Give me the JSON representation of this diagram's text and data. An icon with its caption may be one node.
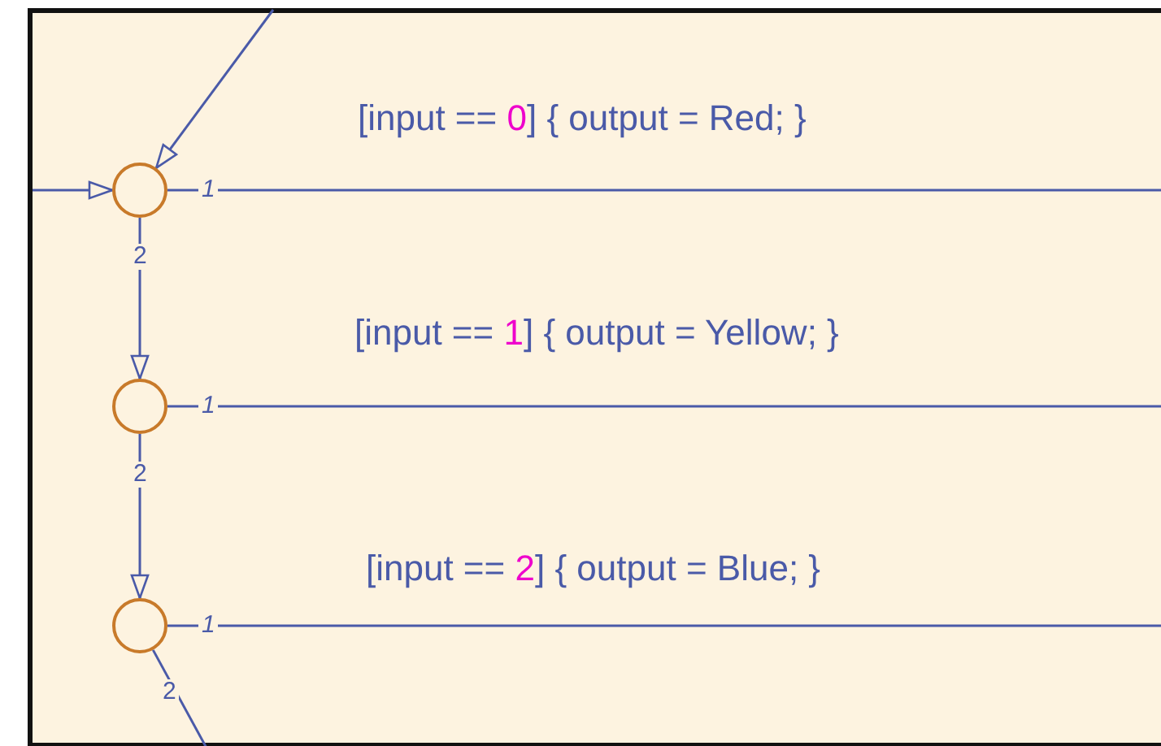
{
  "diagram": {
    "nodes": [
      {
        "text": [],
        "shape": "circle"
      },
      {
        "text": [],
        "shape": "circle"
      },
      {
        "text": [],
        "shape": "circle"
      }
    ],
    "edges": [
      {
        "from": null,
        "to": 0,
        "arrow": "to"
      },
      {
        "from": null,
        "to": 0,
        "arrow": "to"
      },
      {
        "from": 0,
        "to": null,
        "arrow": "none",
        "label": "[input == 0] { output = Red; }"
      },
      {
        "from": 0,
        "to": 1,
        "arrow": "to"
      },
      {
        "from": 1,
        "to": null,
        "arrow": "none",
        "label": "[input == 1] { output = Yellow; }"
      },
      {
        "from": 1,
        "to": 2,
        "arrow": "to"
      },
      {
        "from": 2,
        "to": null,
        "arrow": "none",
        "label": "[input == 2] { output = Blue; }"
      },
      {
        "from": 2,
        "to": null,
        "arrow": "none"
      }
    ],
    "labels": [
      "1",
      "2",
      "1",
      "2",
      "1",
      "2"
    ]
  }
}
